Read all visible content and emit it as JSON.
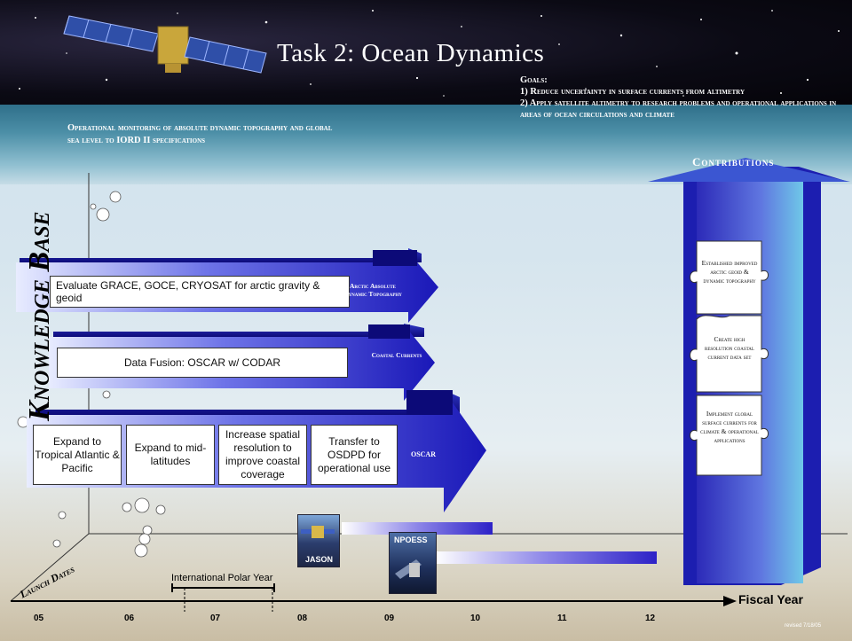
{
  "title": "Task 2: Ocean Dynamics",
  "goals": {
    "heading": "Goals:",
    "items": [
      "1) Reduce uncertainty in surface currents from altimetry",
      "2) Apply satellite altimetry to research problems and operational applications in areas of ocean circulations and climate"
    ]
  },
  "monitoring_text": "Operational monitoring of absolute dynamic topography and global sea level to IORD II specifications",
  "contributions": {
    "title": "Contributions",
    "pieces": [
      "Established improved arctic geoid & dynamic topography",
      "Create high resolution coastal current data set",
      "Implement global surface currents for climate & operational applications"
    ]
  },
  "axes": {
    "vertical_label": "Knowledge Base",
    "depth_label": "Launch Dates",
    "horizontal_label": "Fiscal Year",
    "years": [
      "05",
      "06",
      "07",
      "08",
      "09",
      "10",
      "11",
      "12"
    ]
  },
  "arrows": [
    {
      "label": "Arctic Absolute Dynamic Topography",
      "tasks": [
        "Evaluate GRACE, GOCE, CRYOSAT for arctic gravity & geoid"
      ]
    },
    {
      "label": "Coastal Currents",
      "tasks": [
        "Data Fusion: OSCAR w/ CODAR"
      ]
    },
    {
      "label": "OSCAR",
      "tasks": [
        "Expand to Tropical Atlantic & Pacific",
        "Expand to mid-latitudes",
        "Increase spatial resolution to improve coastal coverage",
        "Transfer to OSDPD for operational use"
      ]
    }
  ],
  "satellites": [
    {
      "name": "JASON"
    },
    {
      "name": "NPOESS"
    }
  ],
  "milestone": "International Polar Year",
  "revised": "revised 7/18/05"
}
